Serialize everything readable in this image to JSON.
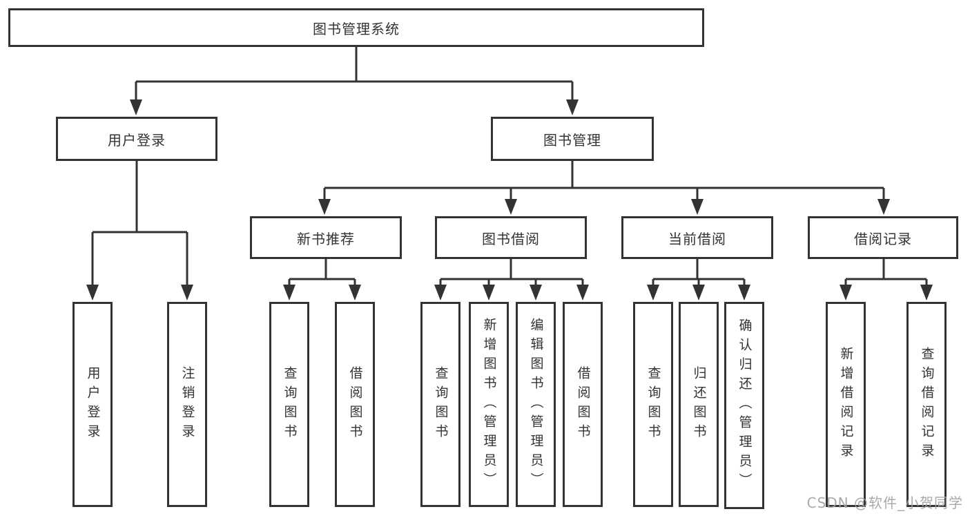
{
  "colors": {
    "line": "#333333",
    "text": "#333333",
    "background": "#ffffff",
    "watermark": "#a2a2a2"
  },
  "tree": {
    "label": "图书管理系统",
    "children": [
      {
        "label": "用户登录",
        "children": [
          {
            "label": "用户登录"
          },
          {
            "label": "注销登录"
          }
        ]
      },
      {
        "label": "图书管理",
        "children": [
          {
            "label": "新书推荐",
            "children": [
              {
                "label": "查询图书"
              },
              {
                "label": "借阅图书"
              }
            ]
          },
          {
            "label": "图书借阅",
            "children": [
              {
                "label": "查询图书"
              },
              {
                "label": "新增图书（管理员）"
              },
              {
                "label": "编辑图书（管理员）"
              },
              {
                "label": "借阅图书"
              }
            ]
          },
          {
            "label": "当前借阅",
            "children": [
              {
                "label": "查询图书"
              },
              {
                "label": "归还图书"
              },
              {
                "label": "确认归还（管理员）"
              }
            ]
          },
          {
            "label": "借阅记录",
            "children": [
              {
                "label": "新增借阅记录"
              },
              {
                "label": "查询借阅记录"
              }
            ]
          }
        ]
      }
    ]
  },
  "watermark": {
    "text": "CSDN @软件_小贺同学"
  }
}
